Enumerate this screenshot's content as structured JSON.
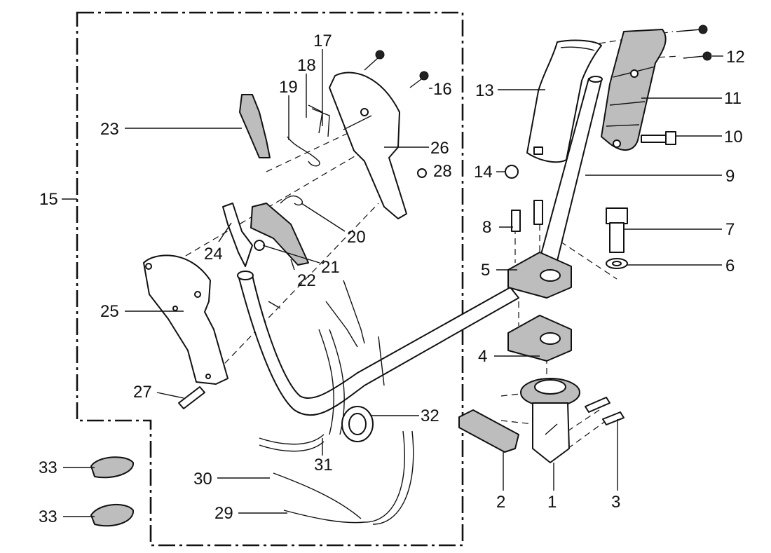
{
  "diagram": {
    "labels": {
      "p1": "1",
      "p2": "2",
      "p3": "3",
      "p4": "4",
      "p5": "5",
      "p6": "6",
      "p7": "7",
      "p8": "8",
      "p9": "9",
      "p10": "10",
      "p11": "11",
      "p12": "12",
      "p13": "13",
      "p14": "14",
      "p15": "15",
      "p16": "16",
      "p17": "17",
      "p18": "18",
      "p19": "19",
      "p20": "20",
      "p21": "21",
      "p22": "22",
      "p23": "23",
      "p24": "24",
      "p25": "25",
      "p26": "26",
      "p27": "27",
      "p28": "28",
      "p29": "29",
      "p30": "30",
      "p31": "31",
      "p32": "32",
      "p33a": "33",
      "p33b": "33"
    }
  }
}
